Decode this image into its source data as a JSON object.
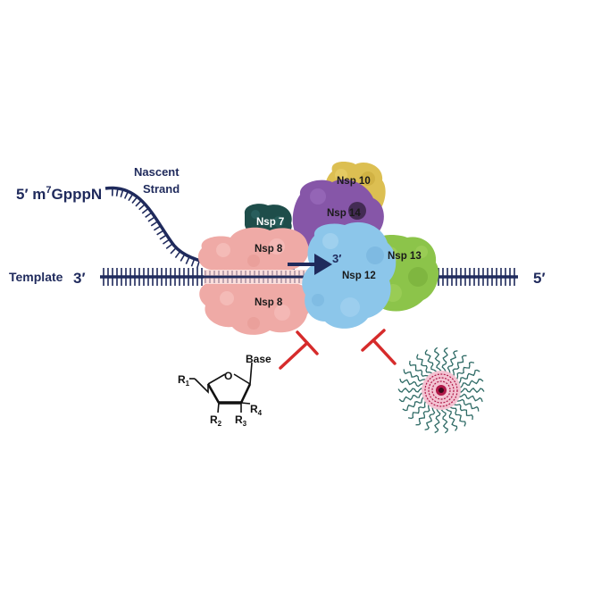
{
  "labels": {
    "five_prime_cap": "5′ m",
    "cap_sup": "7",
    "cap_tail": "GpppN",
    "nascent_line1": "Nascent",
    "nascent_line2": "Strand",
    "template": "Template",
    "template_3prime": "3′",
    "template_5prime": "5′",
    "arrow_3prime": "3′"
  },
  "proteins": {
    "nsp7": "Nsp 7",
    "nsp8_top": "Nsp 8",
    "nsp8_bottom": "Nsp 8",
    "nsp10": "Nsp 10",
    "nsp12": "Nsp 12",
    "nsp13": "Nsp 13",
    "nsp14": "Nsp 14"
  },
  "nucleoside": {
    "base": "Base",
    "r1": "R",
    "r1_sub": "1",
    "oxygen": "O",
    "r2": "R",
    "r2_sub": "2",
    "r3": "R",
    "r3_sub": "3",
    "r4": "R",
    "r4_sub": "4"
  },
  "colors": {
    "strand": "#1f2a5c",
    "nsp7": "#1e4d4a",
    "nsp8": "#efaaa6",
    "nsp10": "#dcbf52",
    "nsp12": "#8cc6ea",
    "nsp13": "#8cc44a",
    "nsp14": "#8656a8",
    "inhibitor": "#d62b2b",
    "nanoparticle_core": "#b01848",
    "nanoparticle_ligand": "#2f6b66"
  }
}
